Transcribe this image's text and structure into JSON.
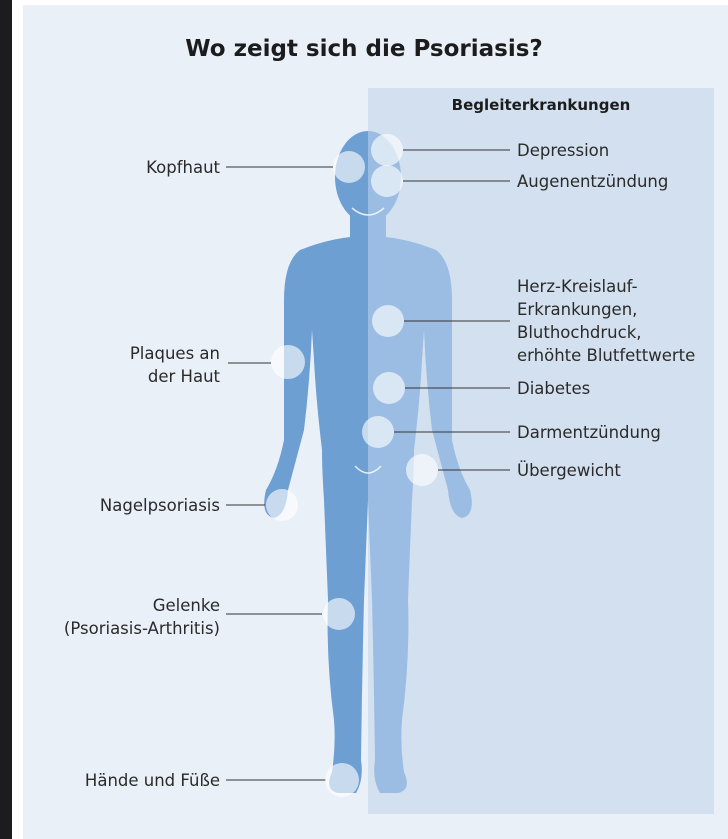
{
  "title": "Wo zeigt sich die Psoriasis?",
  "panel_title": "Begleiterkrankungen",
  "left_labels": {
    "scalp": "Kopfhaut",
    "plaques_1": "Plaques an",
    "plaques_2": "der Haut",
    "nails": "Nagelpsoriasis",
    "joints_1": "Gelenke",
    "joints_2": "(Psoriasis-Arthritis)",
    "hands_feet": "Hände und Füße"
  },
  "right_labels": {
    "depression": "Depression",
    "eye": "Augenentzündung",
    "heart_1": "Herz-Kreislauf-",
    "heart_2": "Erkrankungen,",
    "heart_3": "Bluthochdruck,",
    "heart_4": "erhöhte Blutfettwerte",
    "diabetes": "Diabetes",
    "bowel": "Darmentzündung",
    "overweight": "Übergewicht"
  },
  "colors": {
    "body_left": "#6d9fd3",
    "body_right": "#9bbde3",
    "panel": "#d3e0ef",
    "background": "#eaf0f8",
    "marker": "#ffffff",
    "line": "#333333"
  }
}
